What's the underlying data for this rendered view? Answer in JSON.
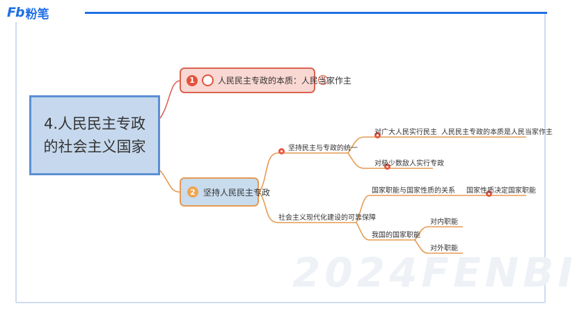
{
  "brand": {
    "logo_mark": "Fb",
    "logo_text": "粉笔"
  },
  "watermark": "2024FENBI",
  "central": {
    "title": "4.人民民主专政的社会主义国家"
  },
  "branch1": {
    "number": "1",
    "label": "人民民主专政的本质：人民当家作主",
    "tail_marker": "5"
  },
  "branch2": {
    "number": "2",
    "label": "坚持人民民主专政",
    "sub1": {
      "label": "坚持民主与专政的统一",
      "items": [
        {
          "label": "对广大人民实行民主",
          "note": "人民民主专政的本质是人民当家作主"
        },
        {
          "label": "对极少数敌人实行专政"
        }
      ]
    },
    "sub2": {
      "label": "社会主义现代化建设的可靠保障",
      "items": [
        {
          "label": "国家职能与国家性质的关系",
          "note": "国家性质决定国家职能"
        },
        {
          "label": "我国的国家职能",
          "children": [
            "对内职能",
            "对外职能"
          ]
        }
      ]
    }
  },
  "colors": {
    "accent": "#1f6fe5",
    "branch1_border": "#d9634f",
    "branch2_border": "#e59a52",
    "central_fill": "#c6d8ed"
  }
}
